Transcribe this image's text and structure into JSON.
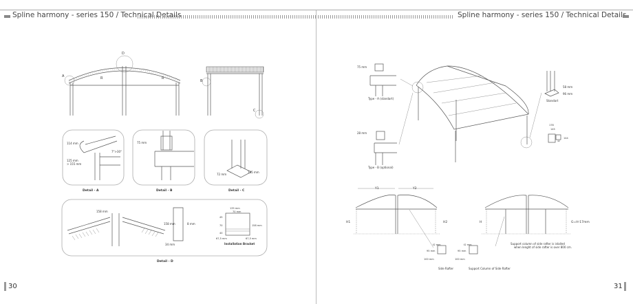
{
  "header": {
    "title": "Spline harmony - series 150 / Technical Details"
  },
  "left_page": {
    "page_number": "30",
    "overview_labels": {
      "a": "A",
      "b": "B",
      "c": "C",
      "d": "D",
      "r1": "R",
      "r2": "R"
    },
    "detail_a": {
      "caption": "Detail - A",
      "dim1": "114 mm",
      "dim2": "125 mm",
      "dim3": "> 155 mm",
      "angle": "7°>30°"
    },
    "detail_b": {
      "caption": "Detail - B",
      "dim1": "75 mm"
    },
    "detail_c": {
      "caption": "Detail - C",
      "dim1": "72 mm",
      "dim2": "135 mm"
    },
    "detail_d": {
      "caption": "Detail - D",
      "dim1": "158 mm",
      "dim2": "158 mm",
      "dim3": "8 mm",
      "dim4": "34 mm",
      "bracket": {
        "caption": "Installation Bracket",
        "w1": "135 mm",
        "w2": "70 mm",
        "h1": "45",
        "h2": "70",
        "h3": "40",
        "h4": "158 mm",
        "s1": "67,5 mm",
        "s2": "67,5 mm"
      }
    }
  },
  "right_page": {
    "page_number": "31",
    "type_a": {
      "caption": "Type - A (standart)",
      "dim": "75 mm"
    },
    "type_b": {
      "caption": "Type - B (optional)",
      "dim": "28 mm"
    },
    "standart": {
      "caption": "Standart",
      "dim1": "58 mm",
      "dim2": "96 mm"
    },
    "base": {
      "d1": "178",
      "d2": "145",
      "d3": "144",
      "d4": "42"
    },
    "elevation1": {
      "y1": "Y1",
      "y2": "Y2",
      "h1": "H1",
      "h2": "H2"
    },
    "elevation2": {
      "h": "H",
      "g": "G=H-17mm"
    },
    "profile1": {
      "t": "t2 mm",
      "h": "95 mm",
      "w": "100 mm",
      "caption": "Side Rafter"
    },
    "profile2": {
      "t": "t2 mm",
      "h": "95 mm",
      "w": "100 mm",
      "caption": "Support Column of Side Rafter"
    },
    "note": {
      "line1": "Support column of side rafter is istalled",
      "line2": "when lenght of side rafter is over 800 cm."
    }
  },
  "colors": {
    "accent": "#888888",
    "line": "#555555"
  }
}
